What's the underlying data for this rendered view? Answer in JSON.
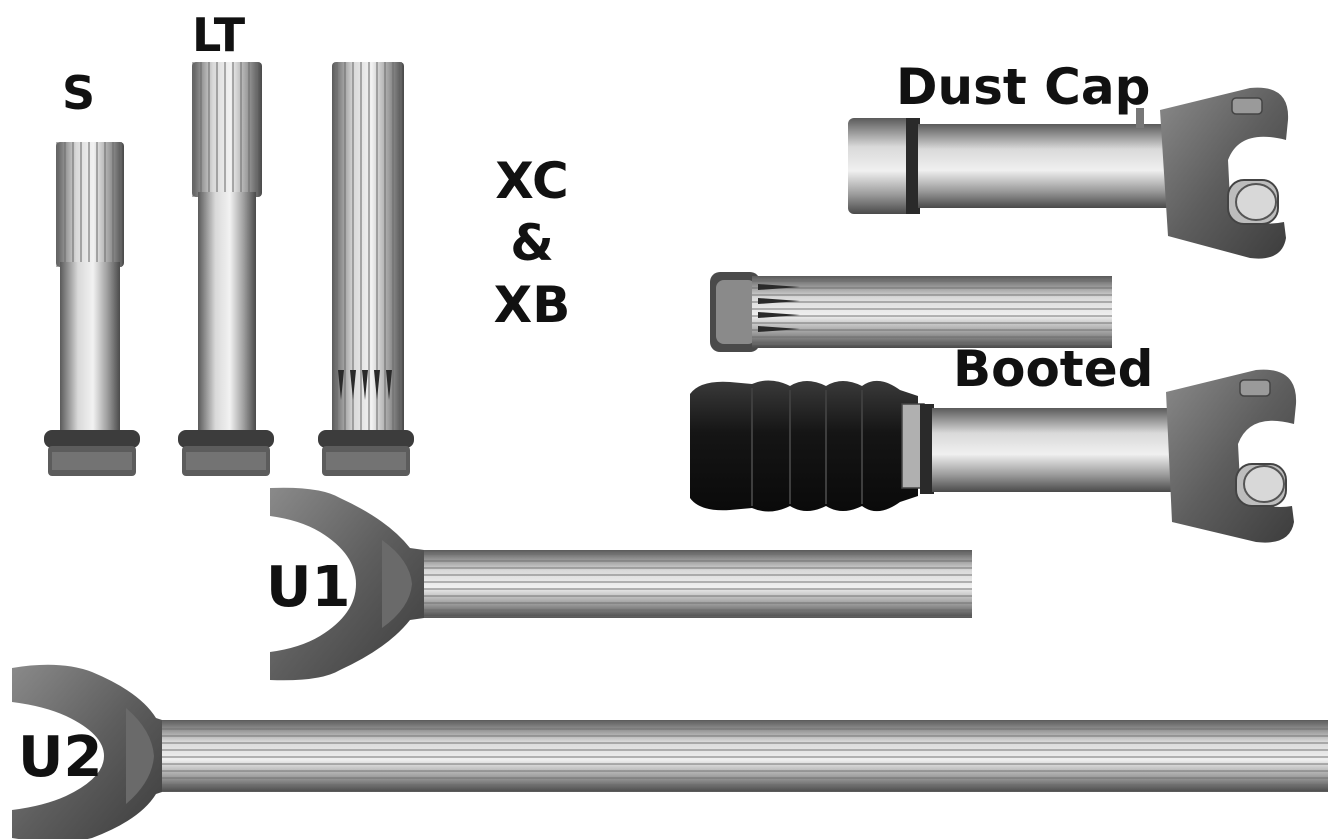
{
  "labels": {
    "s": "S",
    "lt": "LT",
    "xc_xb_line1": "XC",
    "xc_xb_line2": "&",
    "xc_xb_line3": "XB",
    "dust_cap": "Dust Cap",
    "booted": "Booted",
    "u1": "U1",
    "u2": "U2"
  },
  "colors": {
    "steel_light": "#d6d6d6",
    "steel_mid": "#9a9a9a",
    "steel_dark": "#5a5a5a",
    "rubber": "#1c1c1c",
    "label": "#111111"
  }
}
